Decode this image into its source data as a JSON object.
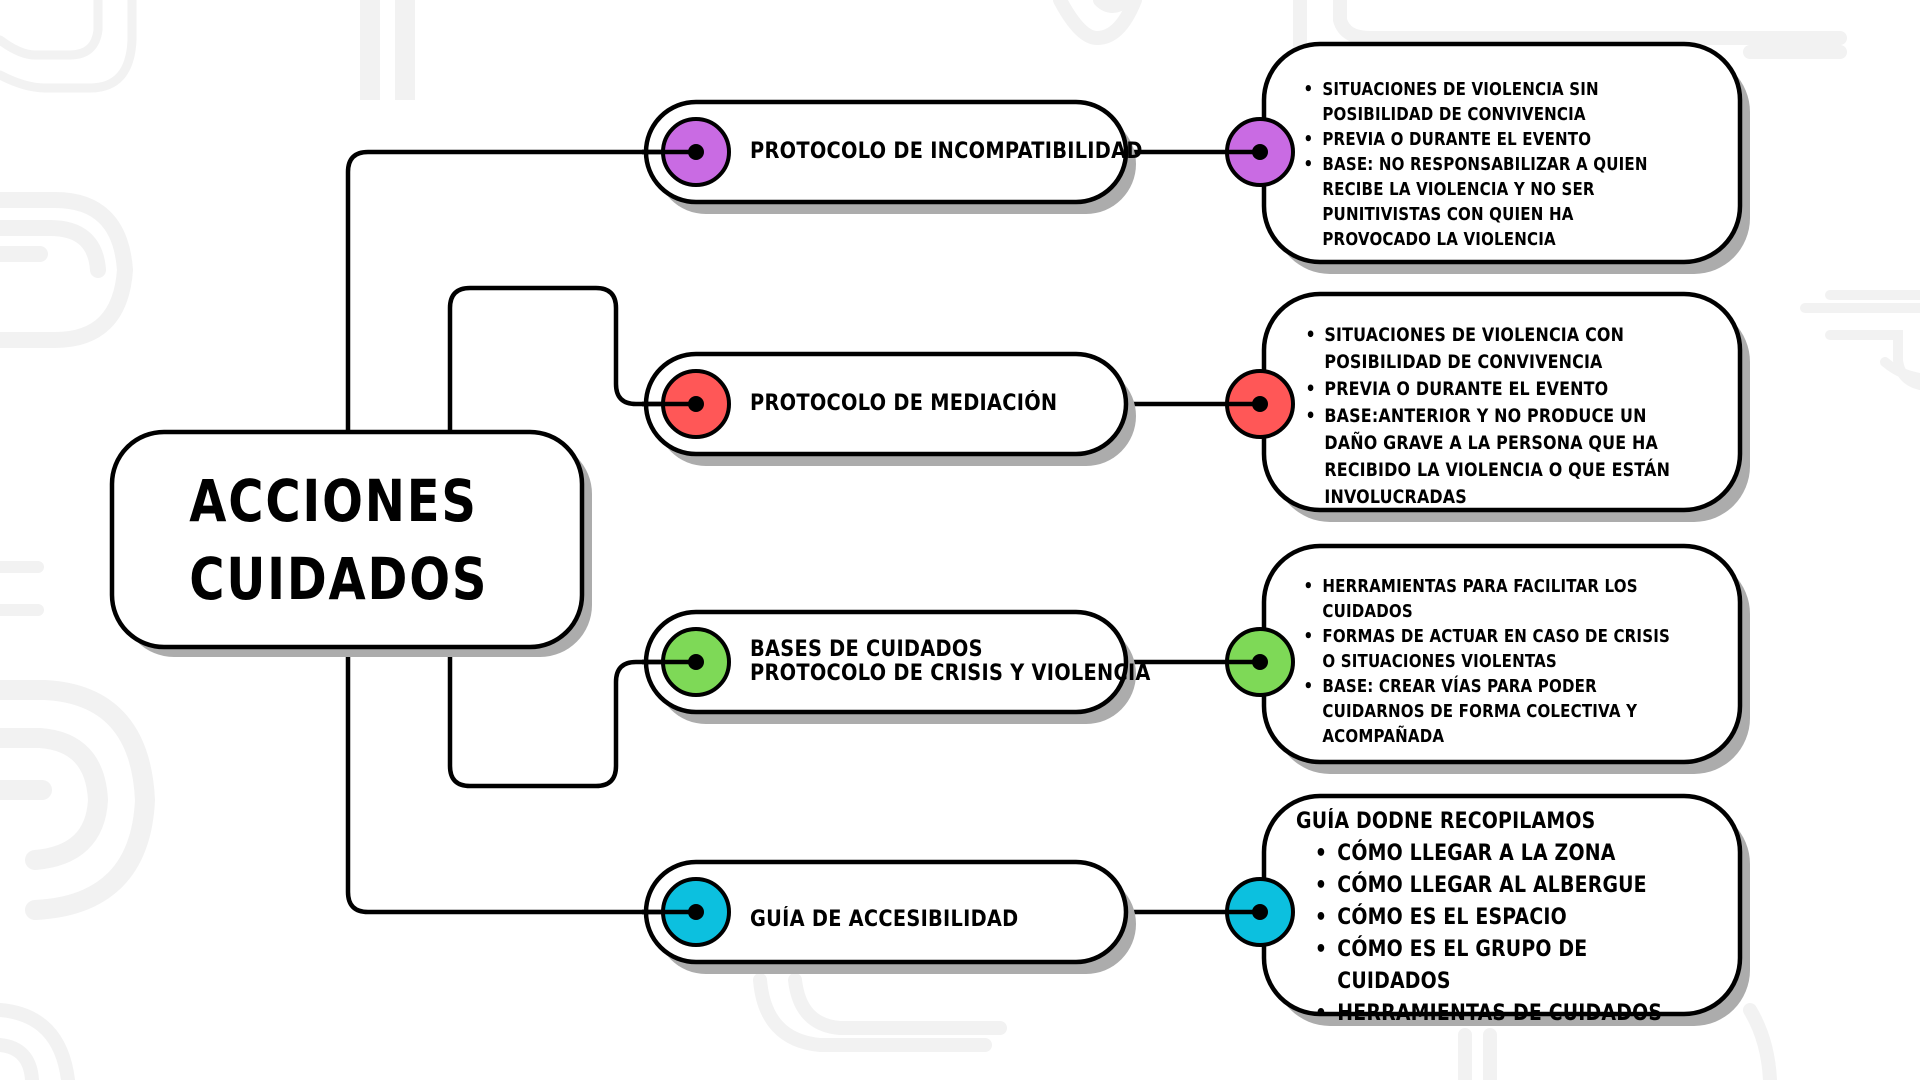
{
  "central": {
    "line1": "ACCIONES",
    "line2": "CUIDADOS"
  },
  "branches": [
    {
      "id": "incompatibilidad",
      "color": "#c96be3",
      "label_lines": [
        "PROTOCOLO DE INCOMPATIBILIDAD"
      ],
      "intro": "",
      "bullets": [
        "SITUACIONES DE VIOLENCIA SIN POSIBILIDAD DE CONVIVENCIA",
        "PREVIA O DURANTE EL EVENTO",
        "BASE: NO RESPONSABILIZAR A QUIEN RECIBE LA VIOLENCIA Y NO SER PUNITIVISTAS CON QUIEN HA PROVOCADO LA VIOLENCIA"
      ]
    },
    {
      "id": "mediacion",
      "color": "#ff5757",
      "label_lines": [
        "PROTOCOLO DE MEDIACIÓN"
      ],
      "intro": "",
      "bullets": [
        "SITUACIONES  DE VIOLENCIA CON POSIBILIDAD DE CONVIVENCIA",
        "PREVIA O DURANTE EL EVENTO",
        "BASE:ANTERIOR Y NO PRODUCE UN DAÑO GRAVE A LA PERSONA QUE HA RECIBIDO LA VIOLENCIA O QUE ESTÁN INVOLUCRADAS"
      ]
    },
    {
      "id": "bases-cuidados",
      "color": "#7ed957",
      "label_lines": [
        "BASES DE CUIDADOS",
        "PROTOCOLO DE CRISIS Y VIOLENCIA"
      ],
      "intro": "",
      "bullets": [
        "HERRAMIENTAS PARA FACILITAR LOS CUIDADOS",
        "FORMAS DE ACTUAR EN CASO DE CRISIS O SITUACIONES VIOLENTAS",
        "BASE: CREAR VÍAS PARA PODER CUIDARNOS DE FORMA COLECTIVA Y ACOMPAÑADA"
      ]
    },
    {
      "id": "accesibilidad",
      "color": "#0cc0df",
      "label_lines": [
        "GUÍA DE ACCESIBILIDAD"
      ],
      "intro": "GUÍA DODNE RECOPILAMOS",
      "bullets": [
        "CÓMO LLEGAR A LA ZONA",
        "CÓMO LLEGAR AL ALBERGUE",
        "CÓMO ES EL ESPACIO",
        "CÓMO ES EL GRUPO DE CUIDADOS",
        "HERRAMIENTAS DE CUIDADOS"
      ]
    }
  ],
  "colors": {
    "outline": "#000000",
    "shadow": "#acacac",
    "background_pattern": "#f2f2f2"
  }
}
